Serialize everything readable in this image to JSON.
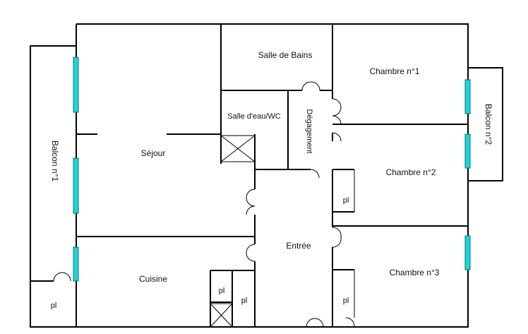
{
  "rooms": {
    "salle_de_bains": "Salle de Bains",
    "chambre_1": "Chambre n°1",
    "balcon_2": "Balcon n°2",
    "salle_deau": "Salle d'eau/WC",
    "degagement": "Dégagement",
    "sejour": "Séjour",
    "balcon_1": "Balcon n°1",
    "chambre_2": "Chambre n°2",
    "entree": "Entrée",
    "cuisine": "Cuisine",
    "chambre_3": "Chambre n°3",
    "placard": "pl"
  },
  "colors": {
    "wall": "#000000",
    "window": "#1ad6d8",
    "background": "#ffffff"
  }
}
